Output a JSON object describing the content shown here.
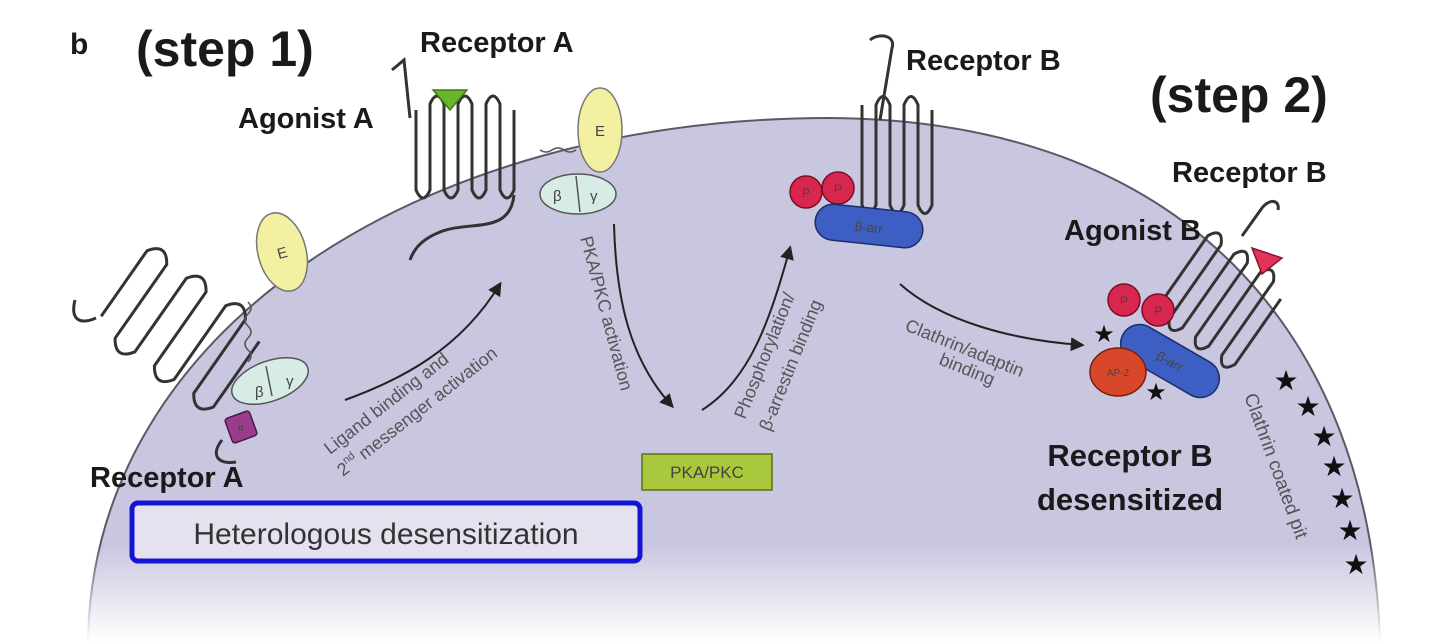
{
  "panel_letter": "b",
  "step1_label": "(step 1)",
  "step2_label": "(step 2)",
  "receptor_a_top": "Receptor A",
  "receptor_a_bottom": "Receptor A",
  "agonist_a": "Agonist A",
  "receptor_b_top": "Receptor B",
  "receptor_b_right": "Receptor B",
  "agonist_b": "Agonist B",
  "receptor_b_desensitized_line1": "Receptor B",
  "receptor_b_desensitized_line2": "desensitized",
  "heterologous_box": "Heterologous desensitization",
  "arrow_ligand_line1": "Ligand binding and",
  "arrow_ligand_line2_prefix": "2",
  "arrow_ligand_line2_sup": "nd",
  "arrow_ligand_line2_rest": " messenger activation",
  "arrow_pka_activation": "PKA/PKC activation",
  "pka_box": "PKA/PKC",
  "arrow_phospho_line1": "Phosphorylation/",
  "arrow_phospho_line2": "β-arrestin binding",
  "arrow_clathrin_line1": "Clathrin/adaptin",
  "arrow_clathrin_line2": "binding",
  "clathrin_pit": "Clathrin coated pit",
  "mol_E": "E",
  "mol_beta": "β",
  "mol_gamma": "γ",
  "mol_alpha": "α",
  "mol_p": "P",
  "mol_barr": "β-arr",
  "mol_ap2": "AP-2",
  "colors": {
    "cell": "#c9c6e0",
    "effector": "#f4f0a2",
    "g_beta_gamma": "#d8ece6",
    "g_alpha": "#9b3b8c",
    "phosphate": "#d8274f",
    "barrestin": "#3d5fc4",
    "adaptin": "#d9472a",
    "pka_box": "#a9c83b",
    "highlight_box": "#1414d4",
    "agonist_a": "#69b52b",
    "agonist_b": "#e0345a"
  }
}
